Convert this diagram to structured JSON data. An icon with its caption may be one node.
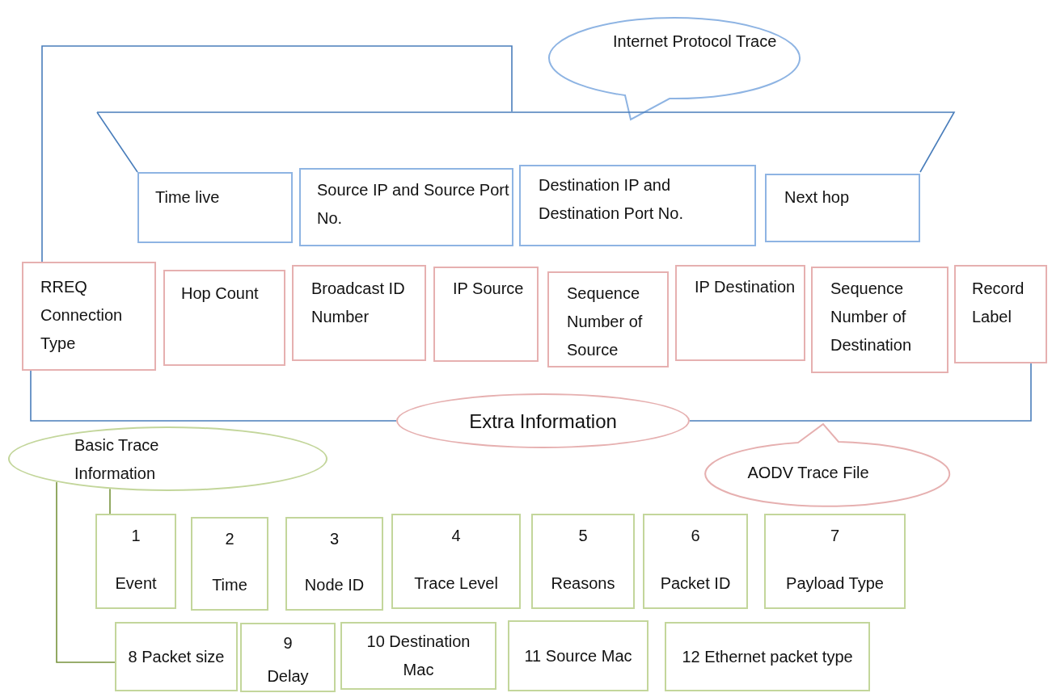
{
  "diagram": {
    "nodes": [
      {
        "text": [
          "Internet Protocol Trace"
        ]
      },
      {
        "text": [
          "Time live"
        ]
      },
      {
        "text": [
          "Source IP and Source Port No."
        ]
      },
      {
        "text": [
          "Destination IP and Destination Port No."
        ]
      },
      {
        "text": [
          "Next hop"
        ]
      },
      {
        "text": [
          "RREQ Connection Type"
        ]
      },
      {
        "text": [
          "Hop Count"
        ]
      },
      {
        "text": [
          "Broadcast ID Number"
        ]
      },
      {
        "text": [
          "IP Source"
        ]
      },
      {
        "text": [
          "Sequence Number of Source"
        ]
      },
      {
        "text": [
          "IP Destination"
        ]
      },
      {
        "text": [
          "Sequence Number of Destination"
        ]
      },
      {
        "text": [
          "Record Label"
        ]
      },
      {
        "text": [
          "Basic Trace Information"
        ]
      },
      {
        "text": [
          "Extra Information"
        ]
      },
      {
        "text": [
          "AODV Trace File"
        ]
      },
      {
        "text": [
          "1",
          "Event"
        ]
      },
      {
        "text": [
          "2",
          "Time"
        ]
      },
      {
        "text": [
          "3",
          "Node ID"
        ]
      },
      {
        "text": [
          "4",
          "Trace Level"
        ]
      },
      {
        "text": [
          "5",
          "Reasons"
        ]
      },
      {
        "text": [
          "6",
          "Packet ID"
        ]
      },
      {
        "text": [
          "7",
          "Payload Type"
        ]
      },
      {
        "text": [
          "8 Packet size"
        ]
      },
      {
        "text": [
          "9",
          "Delay"
        ]
      },
      {
        "text": [
          "10 Destination Mac"
        ]
      },
      {
        "text": [
          "11 Source Mac"
        ]
      },
      {
        "text": [
          "12 Ethernet packet type"
        ]
      },
      {
        "text": [],
        "shape": "trapezoid"
      }
    ],
    "edges": [
      {
        "from": 5,
        "to": 28,
        "arrow": "none"
      },
      {
        "from": 14,
        "to": 5,
        "arrow": "none"
      },
      {
        "from": 14,
        "to": 12,
        "arrow": "none"
      },
      {
        "from": 13,
        "to": 16,
        "arrow": "none",
        "color": "#77933c"
      },
      {
        "from": 13,
        "to": 23,
        "arrow": "none",
        "color": "#77933c"
      }
    ]
  }
}
